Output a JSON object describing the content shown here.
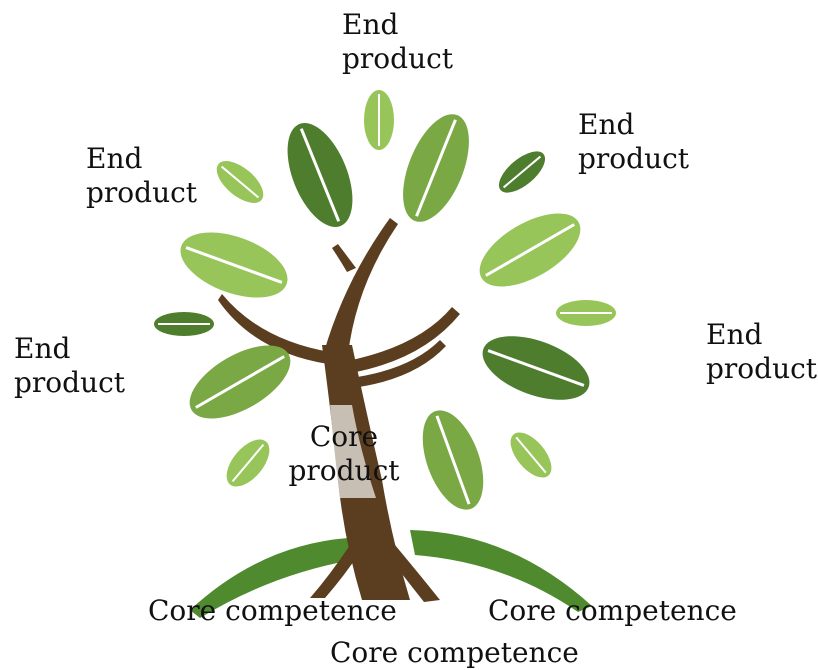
{
  "diagram": {
    "palette": {
      "leaf_dark": "#4e7d2e",
      "leaf_mid": "#79a844",
      "leaf_light": "#98c55a",
      "leaf_vein": "#ffffff",
      "trunk": "#5b3e1f",
      "trunk_highlight": "#c8bfb4",
      "ground": "#4f8a2e",
      "label_color": "#111111"
    },
    "end_products": [
      {
        "line1": "End",
        "line2": "product"
      },
      {
        "line1": "End",
        "line2": "product"
      },
      {
        "line1": "End",
        "line2": "product"
      },
      {
        "line1": "End",
        "line2": "product"
      },
      {
        "line1": "End",
        "line2": "product"
      }
    ],
    "core_product": {
      "line1": "Core",
      "line2": "product"
    },
    "core_competences": [
      {
        "label": "Core competence"
      },
      {
        "label": "Core competence"
      },
      {
        "label": "Core competence"
      }
    ]
  }
}
